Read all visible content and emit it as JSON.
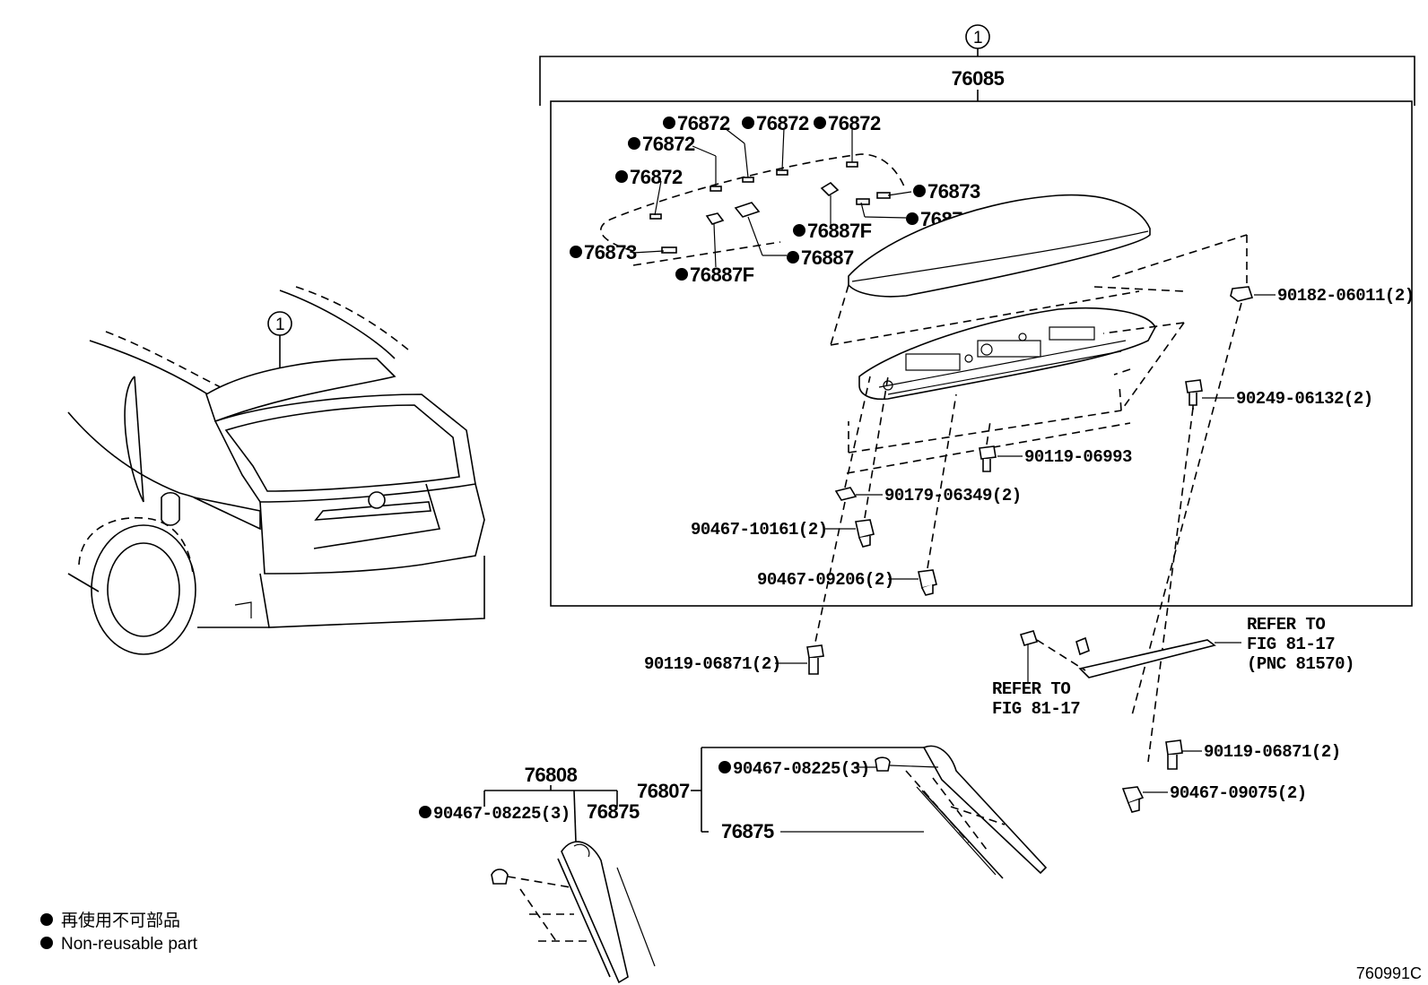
{
  "callouts": {
    "assembly_ref": "1",
    "assembly_pn": "76085",
    "clip_76872_a": "76872",
    "clip_76872_b": "76872",
    "clip_76872_c": "76872",
    "clip_76872_d": "76872",
    "clip_76872_e": "76872",
    "clip_76873_a": "76873",
    "clip_76873_b": "76873",
    "clip_76873_c": "76873",
    "clip_76887f_a": "76887F",
    "clip_76887f_b": "76887F",
    "clip_76887": "76887",
    "nut_90182": "90182-06011(2)",
    "screw_90249": "90249-06132(2)",
    "screw_90119_06993": "90119-06993",
    "nut_90179": "90179-06349(2)",
    "clip_90467_10161": "90467-10161(2)",
    "clip_90467_09206": "90467-09206(2)",
    "screw_90119_06871_a": "90119-06871(2)",
    "refer_1_line1": "REFER TO",
    "refer_1_line2": "FIG 81-17",
    "refer_1_line3": "(PNC 81570)",
    "refer_2_line1": "REFER TO",
    "refer_2_line2": "FIG 81-17",
    "screw_90119_06871_b": "90119-06871(2)",
    "clip_90467_09075": "90467-09075(2)",
    "cover_76808": "76808",
    "clip_90467_08225_a": "90467-08225(3)",
    "seal_76875_a": "76875",
    "cover_76807": "76807",
    "clip_90467_08225_b": "90467-08225(3)",
    "seal_76875_b": "76875",
    "vehicle_ref": "1"
  },
  "legend": {
    "line_ja": "再使用不可部品",
    "line_en": "Non-reusable part"
  },
  "figure_code": "760991C"
}
